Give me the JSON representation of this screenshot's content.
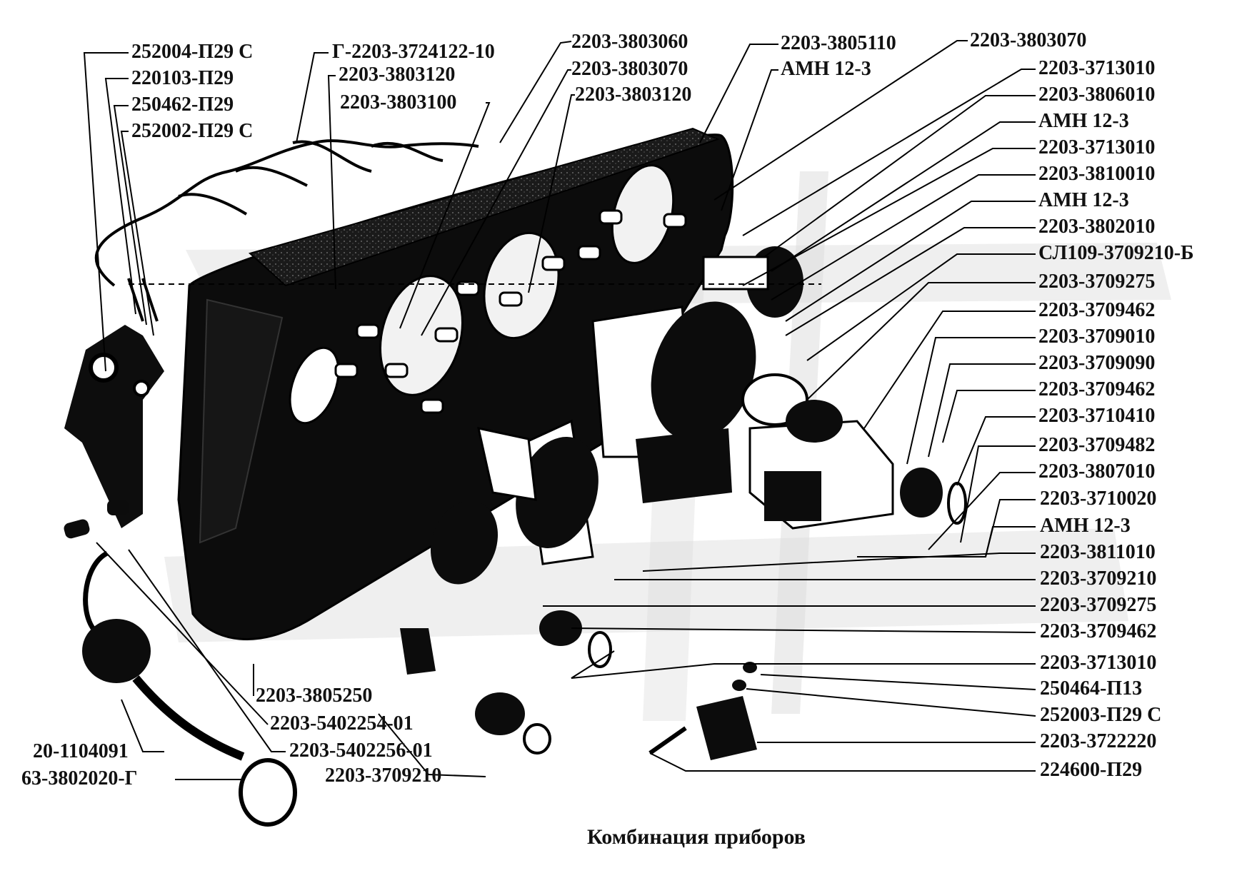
{
  "caption": "Комбинация приборов",
  "labels_top_left": [
    "252004-П29 С",
    "220103-П29",
    "250462-П29",
    "252002-П29 С"
  ],
  "labels_top_mid": [
    "Г-2203-3724122-10",
    "2203-3803120",
    "2203-3803100"
  ],
  "labels_top_center": [
    "2203-3803060",
    "2203-3803070",
    "2203-3803120"
  ],
  "labels_top_center2": [
    "2203-3805110",
    "АМН 12-3"
  ],
  "label_top_right": "2203-3803070",
  "labels_right": [
    "2203-3713010",
    "2203-3806010",
    "АМН 12-3",
    "2203-3713010",
    "2203-3810010",
    "АМН 12-3",
    "2203-3802010",
    "СЛ109-3709210-Б",
    "2203-3709275",
    "2203-3709462",
    "2203-3709010",
    "2203-3709090",
    "2203-3709462",
    "2203-3710410",
    "2203-3709482",
    "2203-3807010",
    "2203-3710020",
    "АМН 12-3",
    "2203-3811010",
    "2203-3709210",
    "2203-3709275",
    "2203-3709462",
    "2203-3713010",
    "250464-П13",
    "252003-П29 С",
    "2203-3722220",
    "224600-П29"
  ],
  "labels_bottom_left": [
    "2203-3805250",
    "2203-5402254-01",
    "2203-5402256-01",
    "2203-3709210"
  ],
  "labels_far_left": [
    "20-1104091",
    "63-3802020-Г"
  ]
}
